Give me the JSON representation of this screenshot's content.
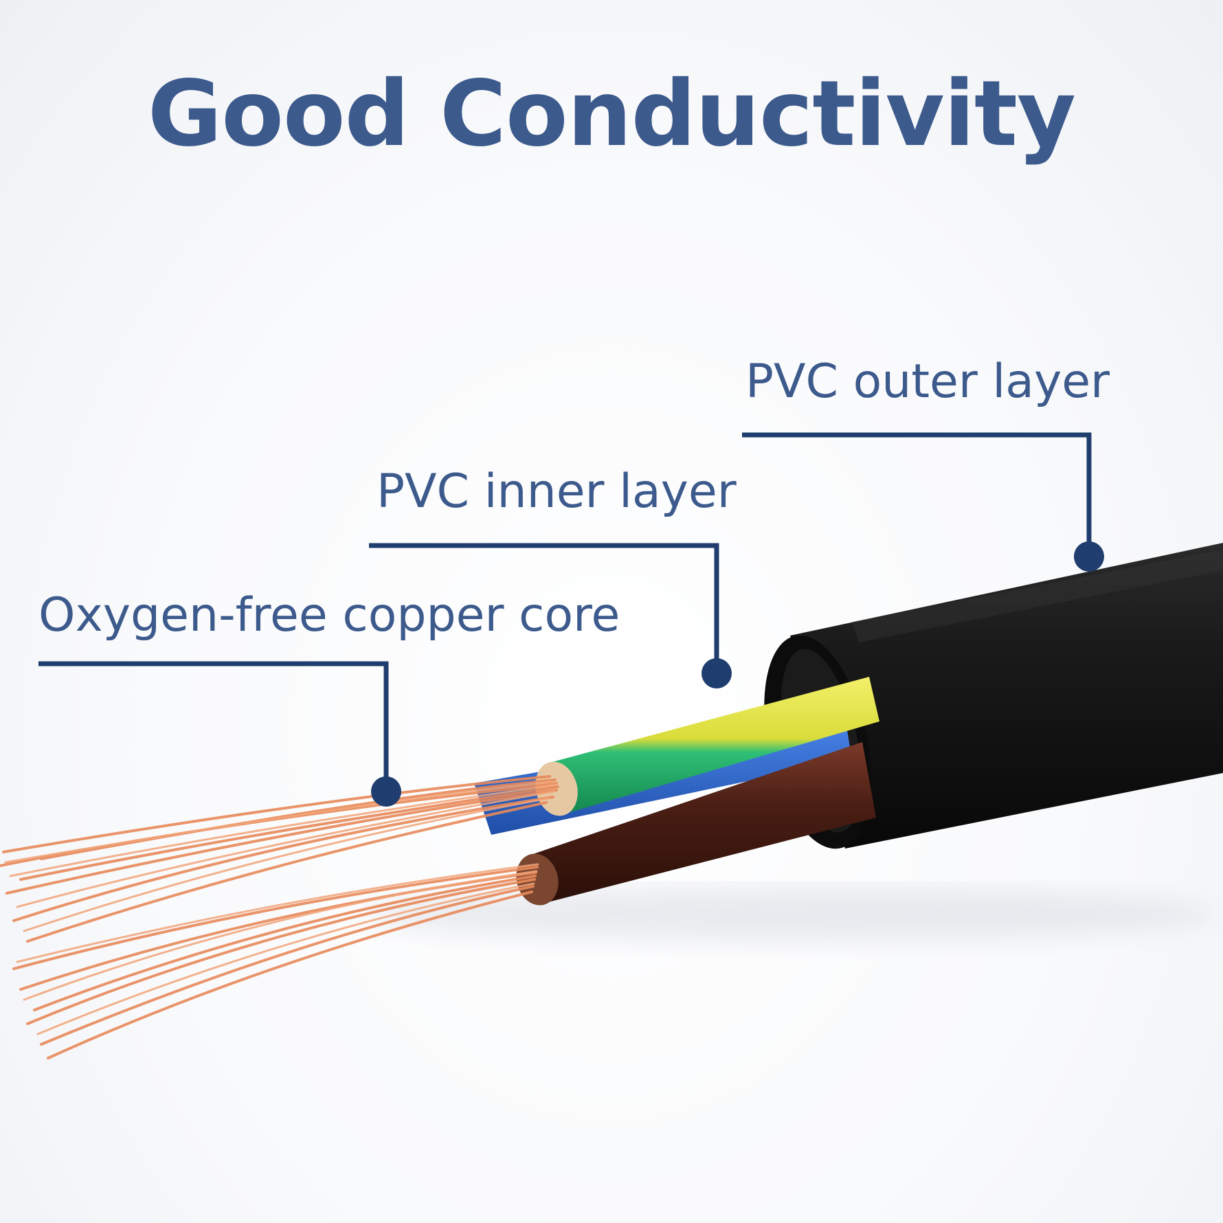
{
  "title": "Good Conductivity",
  "callouts": [
    {
      "label": "PVC outer layer"
    },
    {
      "label": "PVC inner layer"
    },
    {
      "label": "Oxygen-free copper core"
    }
  ],
  "colors": {
    "brand": "#3c5a8c",
    "leader": "#1f3d6e",
    "copper": "#e8895a",
    "jacket": "#141414",
    "yellow_green": "#e2e14a",
    "green": "#22a866",
    "brown": "#4a1e14",
    "blue": "#2d63c9"
  }
}
